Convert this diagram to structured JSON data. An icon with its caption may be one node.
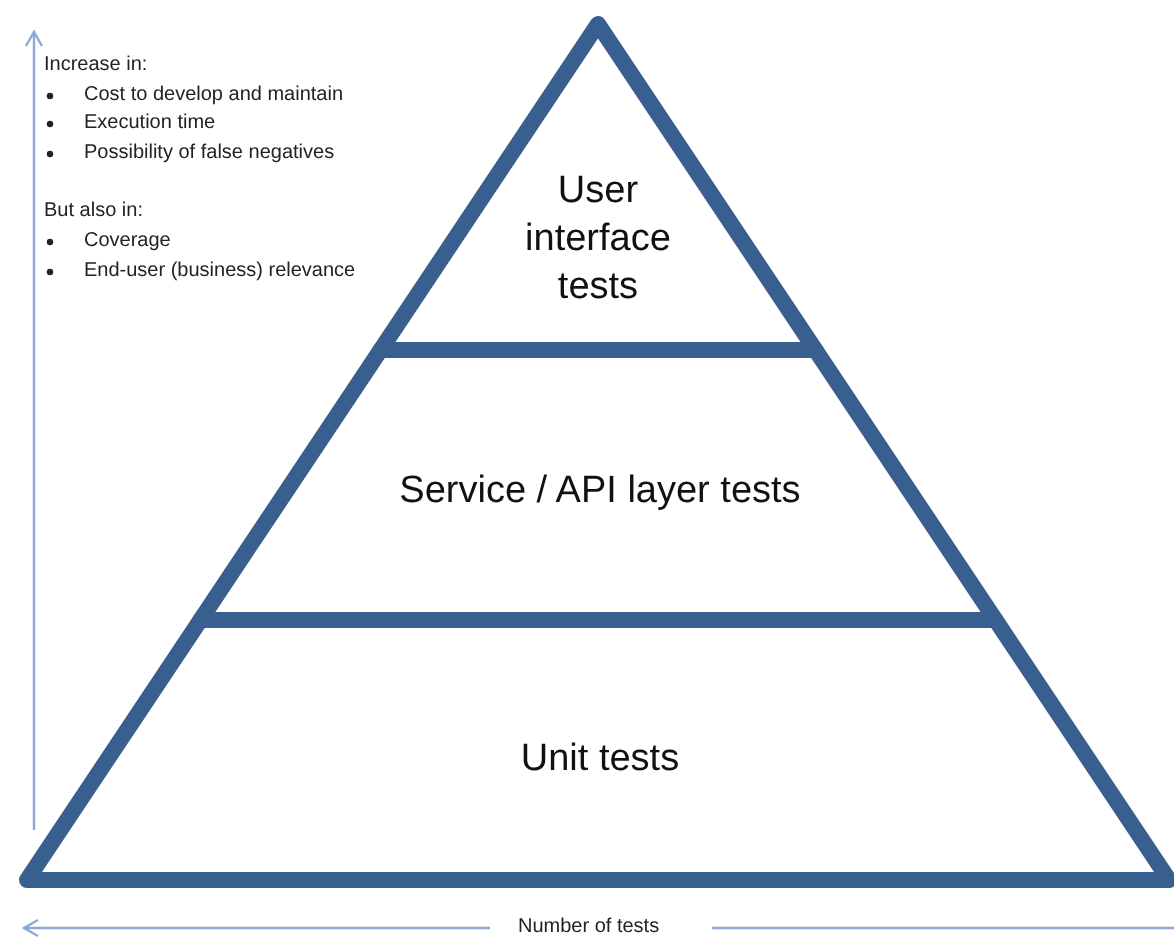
{
  "diagram": {
    "nodes": [
      {
        "text": [
          "User interface tests"
        ]
      },
      {
        "text": [
          "Service / API layer tests"
        ]
      },
      {
        "text": [
          "Unit tests"
        ]
      }
    ],
    "labels": [
      "Increase in:",
      "Cost to develop and maintain",
      "Execution time",
      "Possibility of false negatives",
      "But also in:",
      "Coverage",
      "End-user (business) relevance",
      "Number of tests"
    ]
  }
}
